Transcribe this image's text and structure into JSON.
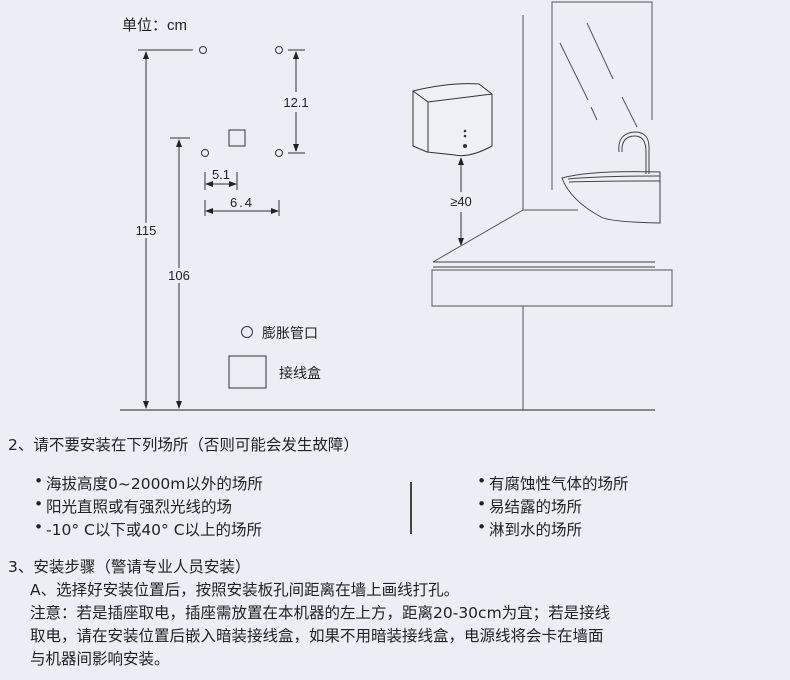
{
  "diagram": {
    "unit_label": "单位：cm",
    "dim_total_height": "115",
    "dim_box_height": "106",
    "dim_vertical_spacing": "12.1",
    "dim_small_horizontal": "5.1",
    "dim_wide_horizontal": "6.4",
    "min_clearance": "≥40",
    "legend": {
      "anchor_label": "膨胀管口",
      "junction_box_label": "接线盒"
    }
  },
  "section2": {
    "heading": "2、请不要安装在下列场所（否则可能会发生故障）",
    "left_items": [
      "海拔高度0~2000m以外的场所",
      "阳光直照或有强烈光线的场",
      "-10° C以下或40° C以上的场所"
    ],
    "right_items": [
      "有腐蚀性气体的场所",
      "易结露的场所",
      "淋到水的场所"
    ],
    "bullet": "•"
  },
  "section3": {
    "heading": "3、安装步骤（警请专业人员安装）",
    "step_a": "A、选择好安装位置后，按照安装板孔间距离在墙上画线打孔。",
    "note_lines": [
      "注意：若是插座取电，插座需放置在本机器的左上方，距离20-30cm为宜；若是接线",
      "取电，请在安装位置后嵌入暗装接线盒，如果不用暗装接线盒，电源线将会卡在墙面",
      "与机器间影响安装。"
    ]
  }
}
